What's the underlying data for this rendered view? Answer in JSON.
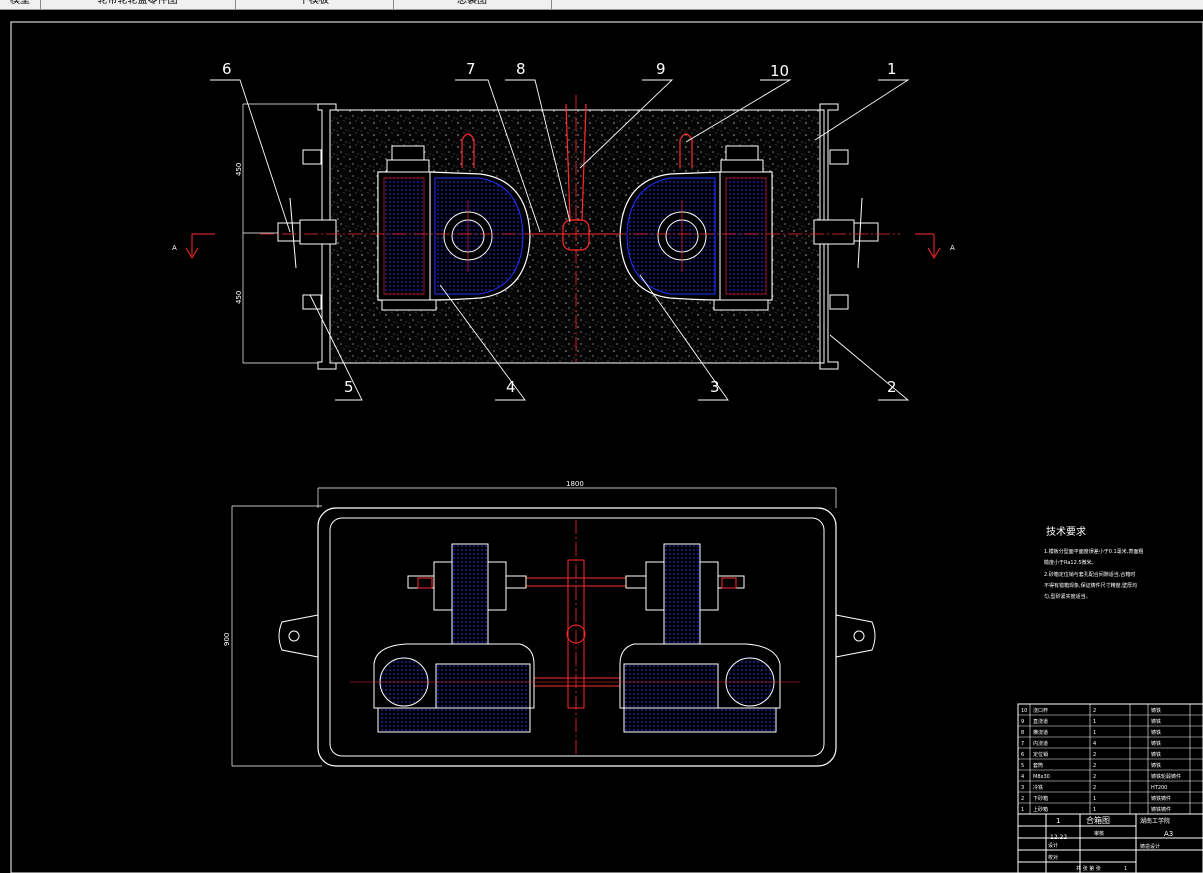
{
  "tabs": [
    "模型",
    "轮带轮轮盘零件图",
    "下模板",
    "总装图"
  ],
  "callouts": [
    "6",
    "7",
    "8",
    "9",
    "10",
    "1",
    "5",
    "4",
    "3",
    "2"
  ],
  "section_marks": {
    "left": "A",
    "right": "A"
  },
  "dimensions": {
    "top_upper": "450",
    "top_lower": "450",
    "bottom_width": "1800",
    "bottom_height": "900"
  },
  "tech_requirements": {
    "title": "技术要求",
    "lines": [
      "1.模板分型面平面度误差小于0.1毫米,表面粗",
      "糙度小于Ra12.5微米。",
      "2.砂箱定位销与套孔配合间隙适当,合箱时",
      "不得有错箱现象,保证铸件尺寸精度,壁厚均",
      "匀,型砂紧实度适当。"
    ]
  },
  "title_block": {
    "rows": [
      [
        "10",
        "浇口杯",
        "2",
        "",
        "铸铁",
        ""
      ],
      [
        "9",
        "直浇道",
        "1",
        "",
        "铸铁",
        ""
      ],
      [
        "8",
        "横浇道",
        "1",
        "",
        "铸铁",
        ""
      ],
      [
        "7",
        "内浇道",
        "4",
        "",
        "铸铁",
        ""
      ],
      [
        "6",
        "定位销",
        "2",
        "",
        "铸铁",
        ""
      ],
      [
        "5",
        "套筒",
        "2",
        "",
        "铸铁",
        ""
      ],
      [
        "4",
        "M8x30",
        "2",
        "",
        "铸铁轮毂铸件",
        ""
      ],
      [
        "3",
        "冷铁",
        "2",
        "",
        "HT200",
        ""
      ],
      [
        "2",
        "下砂箱",
        "1",
        "",
        "铸铁铸件",
        ""
      ],
      [
        "1",
        "上砂箱",
        "1",
        "",
        "铸铁铸件",
        ""
      ]
    ],
    "qty": "1",
    "name": "合箱图",
    "school": "湖南工学院",
    "scale": "A3",
    "date": "12.22",
    "drawn_label": "设计",
    "check_label": "校对",
    "approve_label": "审核",
    "class_label": "铸造设计",
    "sheet_label": "共 张 第 张",
    "sheet_no": "1"
  },
  "colors": {
    "outline": "#ffffff",
    "centerline": "#ff2a2a",
    "part": "#1a2aff",
    "dim": "#ffffff"
  }
}
